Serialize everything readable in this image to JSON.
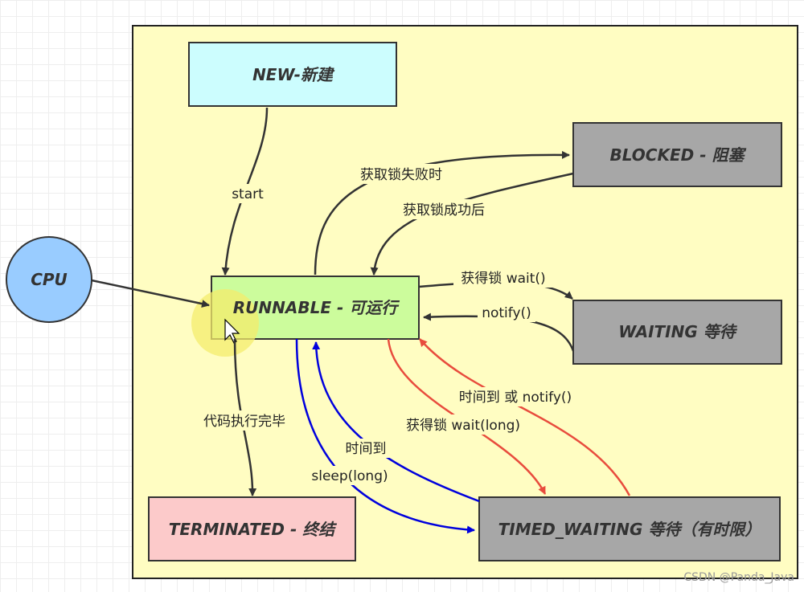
{
  "states": {
    "new": "NEW-新建",
    "blocked": "BLOCKED - 阻塞",
    "cpu": "CPU",
    "runnable": "RUNNABLE - 可运行",
    "waiting": "WAITING 等待",
    "terminated": "TERMINATED - 终结",
    "timed_waiting": "TIMED_WAITING 等待（有时限）"
  },
  "transitions": {
    "start": "start",
    "lock_failed": "获取锁失败时",
    "lock_success": "获取锁成功后",
    "get_lock_wait": "获得锁 wait()",
    "notify": "notify()",
    "code_done": "代码执行完毕",
    "timeout_or_notify": "时间到 或 notify()",
    "get_lock_wait_long": "获得锁 wait(long)",
    "time_up": "时间到",
    "sleep_long": "sleep(long)"
  },
  "watermark": "CSDN @Panda_Java",
  "colors": {
    "container": "#fffdc2",
    "new": "#ccfdfe",
    "runnable": "#ccfc9c",
    "grey_state": "#a7a7a7",
    "terminated": "#fccaca",
    "cpu": "#99ccff",
    "dark_edge": "#333333",
    "blue_edge": "#0000dd",
    "red_edge": "#e84c3d",
    "highlight": "#f4ec6c"
  }
}
